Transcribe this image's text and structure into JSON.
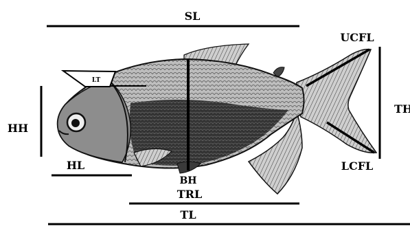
{
  "diagram": {
    "labels": {
      "sl": "SL",
      "ucfl": "UCFL",
      "lt": "LT",
      "hh": "HH",
      "hl": "HL",
      "bh": "BH",
      "trl": "TRL",
      "tl": "TL",
      "th": "TH",
      "lcfl": "LCFL"
    },
    "colors": {
      "line": "#000000",
      "fish_dark": "#1a1a1a",
      "fish_mid": "#6b6b6b",
      "fish_light": "#d9d9d9",
      "background": "#ffffff"
    }
  }
}
